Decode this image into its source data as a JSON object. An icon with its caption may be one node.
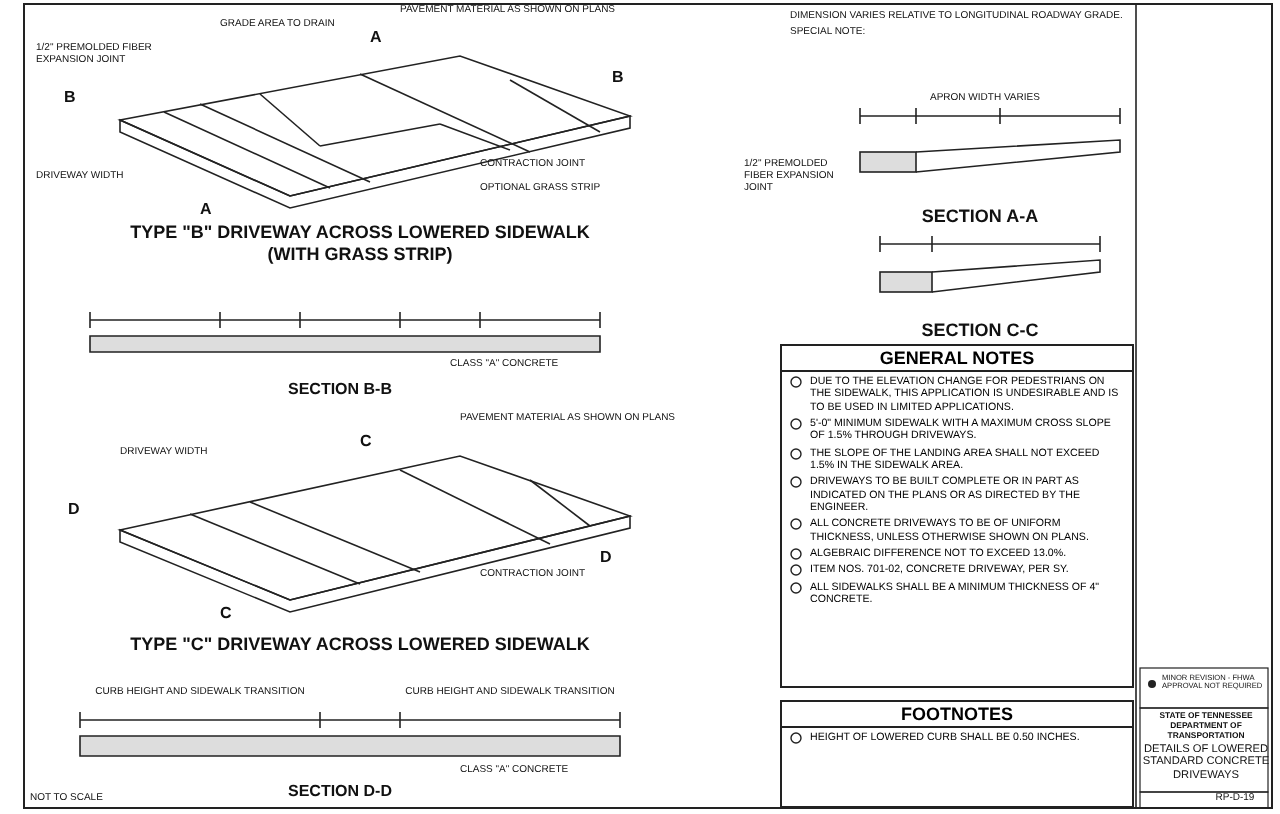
{
  "diagram": {
    "labels": [
      "TYPE \"B\" DRIVEWAY ACROSS LOWERED SIDEWALK",
      "(WITH GRASS STRIP)",
      "SECTION B-B",
      "TYPE \"C\" DRIVEWAY ACROSS LOWERED SIDEWALK",
      "SECTION D-D",
      "SECTION A-A",
      "SECTION C-C",
      "GENERAL NOTES",
      "DUE TO THE ELEVATION CHANGE FOR PEDESTRIANS ON THE SIDEWALK, THIS APPLICATION IS UNDESIRABLE AND IS TO BE USED IN LIMITED APPLICATIONS.",
      "5'-0\" MINIMUM SIDEWALK WITH A MAXIMUM CROSS SLOPE OF 1.5% THROUGH DRIVEWAYS.",
      "THE SLOPE OF THE LANDING AREA SHALL NOT EXCEED 1.5% IN THE SIDEWALK AREA.",
      "DRIVEWAYS TO BE BUILT COMPLETE OR IN PART AS INDICATED ON THE PLANS OR AS DIRECTED BY THE ENGINEER.",
      "ALL CONCRETE DRIVEWAYS TO BE OF UNIFORM THICKNESS, UNLESS OTHERWISE SHOWN ON PLANS.",
      "ALGEBRAIC DIFFERENCE NOT TO EXCEED 13.0%.",
      "ITEM NOS. 701-02, CONCRETE DRIVEWAY, PER SY.",
      "ALL SIDEWALKS SHALL BE A MINIMUM THICKNESS OF 4\" CONCRETE.",
      "FOOTNOTES",
      "HEIGHT OF LOWERED CURB SHALL BE 0.50 INCHES.",
      "DIMENSION VARIES RELATIVE TO LONGITUDINAL ROADWAY GRADE.",
      "SPECIAL NOTE:",
      "STATE OF TENNESSEE DEPARTMENT OF TRANSPORTATION",
      "DETAILS OF LOWERED STANDARD CONCRETE DRIVEWAYS",
      "RP-D-19",
      "NOT TO SCALE",
      "DRIVEWAY WIDTH",
      "CONTRACTION JOINT",
      "OPTIONAL GRASS STRIP",
      "PAVEMENT MATERIAL AS SHOWN ON PLANS",
      "GRADE AREA TO DRAIN",
      "1/2\" PREMOLDED FIBER EXPANSION JOINT",
      "DRIVEWAY WIDTH",
      "CONTRACTION JOINT",
      "PAVEMENT MATERIAL AS SHOWN ON PLANS",
      "CLASS \"A\" CONCRETE",
      "CLASS \"A\" CONCRETE",
      "CURB HEIGHT AND SIDEWALK TRANSITION",
      "CURB HEIGHT AND SIDEWALK TRANSITION",
      "APRON WIDTH VARIES",
      "1/2\" PREMOLDED FIBER EXPANSION JOINT",
      "A",
      "A",
      "B",
      "B",
      "C",
      "C",
      "D",
      "D",
      "MINOR REVISION - FHWA APPROVAL NOT REQUIRED"
    ]
  }
}
